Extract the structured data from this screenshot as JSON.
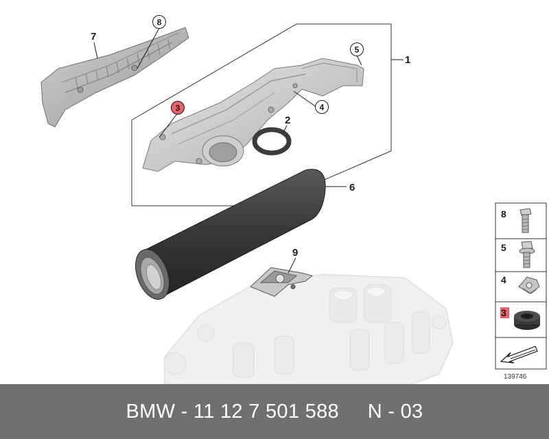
{
  "diagram": {
    "callouts": {
      "c1": "1",
      "c2": "2",
      "c3": "3",
      "c4": "4",
      "c5": "5",
      "c6": "6",
      "c7": "7",
      "c8": "8",
      "c9": "9"
    },
    "legend": {
      "items": [
        {
          "num": "8",
          "icon": "bolt-icon"
        },
        {
          "num": "5",
          "icon": "bolt-with-washer-icon"
        },
        {
          "num": "4",
          "icon": "clip-nut-icon"
        },
        {
          "num": "3",
          "icon": "grommet-icon"
        }
      ],
      "arrow_icon": "direction-arrow-icon"
    },
    "diagram_number": "139746",
    "highlight_color": "#e8616b"
  },
  "footer": {
    "text": "BMW - 11 12 7 501 588     N - 03"
  }
}
